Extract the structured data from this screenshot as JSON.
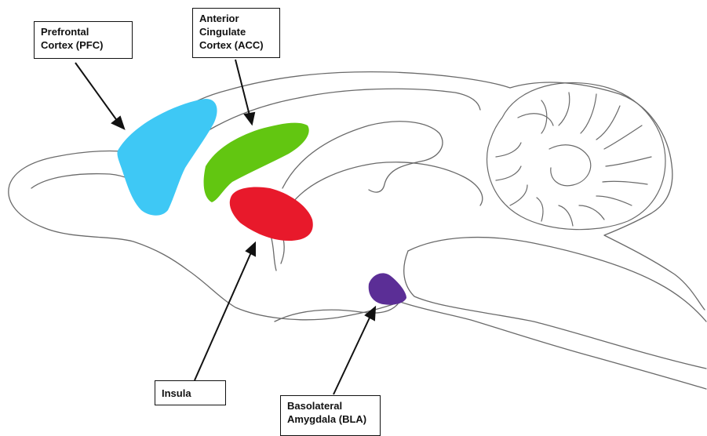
{
  "labels": {
    "pfc": {
      "line1": "Prefrontal",
      "line2": "Cortex (PFC)"
    },
    "acc": {
      "line1": "Anterior",
      "line2": "Cingulate",
      "line3": "Cortex (ACC)"
    },
    "insula": {
      "line1": "Insula"
    },
    "bla": {
      "line1": "Basolateral",
      "line2": "Amygdala (BLA)"
    }
  },
  "region_colors": {
    "pfc": "#3ec8f5",
    "acc": "#62c611",
    "insula": "#e8192b",
    "bla": "#5b2e96"
  },
  "outline_color": "#6a6a6a"
}
